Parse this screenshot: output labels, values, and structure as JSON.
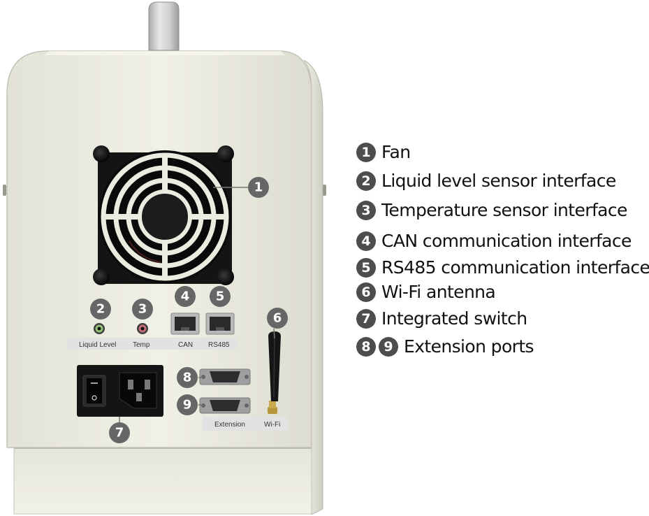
{
  "device": {
    "port_labels": {
      "liquid_level": "Liquid Level",
      "temp": "Temp",
      "can": "CAN",
      "rs485": "RS485",
      "extension": "Extension",
      "wifi": "Wi-Fi"
    },
    "callouts": [
      "1",
      "2",
      "3",
      "4",
      "5",
      "6",
      "7",
      "8",
      "9"
    ]
  },
  "legend": [
    {
      "numbers": [
        "1"
      ],
      "text": "Fan"
    },
    {
      "numbers": [
        "2"
      ],
      "text": "Liquid level sensor interface"
    },
    {
      "numbers": [
        "3"
      ],
      "text": "Temperature sensor interface"
    },
    {
      "numbers": [
        "4"
      ],
      "text": "CAN communication interface"
    },
    {
      "numbers": [
        "5"
      ],
      "text": "RS485 communication interface"
    },
    {
      "numbers": [
        "6"
      ],
      "text": "Wi-Fi antenna"
    },
    {
      "numbers": [
        "7"
      ],
      "text": "Integrated switch"
    },
    {
      "numbers": [
        "8",
        "9"
      ],
      "text": "Extension ports"
    }
  ],
  "colors": {
    "housing": "#ecebe0",
    "callout_badge": "#666666",
    "legend_badge": "#4d4d4d",
    "label_strip": "#e2e2e2"
  }
}
